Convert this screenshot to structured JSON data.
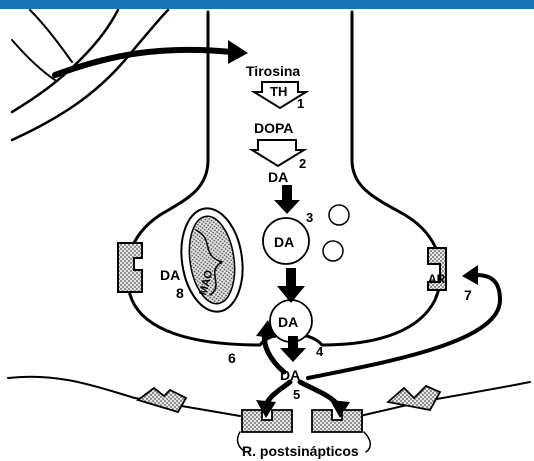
{
  "header": {
    "bar_color": "#1a74b8"
  },
  "labels": {
    "tirosina": "Tirosina",
    "th": "TH",
    "step1": "1",
    "dopa": "DOPA",
    "step2": "2",
    "da_synth": "DA",
    "step3": "3",
    "da_vesicle": "DA",
    "da_mao": "DA",
    "mao": "MAO",
    "step8": "8",
    "ar": "AR",
    "step7": "7",
    "da_release_vesicle": "DA",
    "step4": "4",
    "step6": "6",
    "da_cleft": "DA",
    "step5": "5",
    "receptors": "R. postsinápticos"
  },
  "colors": {
    "line": "#000000",
    "fill_pattern": "#bdbdbd",
    "background": "#ffffff"
  }
}
